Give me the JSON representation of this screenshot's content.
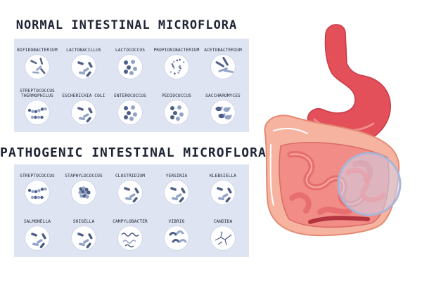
{
  "normal": {
    "title": "NORMAL INTESTINAL MICROFLORA",
    "items": [
      {
        "label": "BIFIDOBACTERIUM",
        "icon": "branched-rods-icon"
      },
      {
        "label": "LACTOBACILLUS",
        "icon": "rods-icon"
      },
      {
        "label": "LACTOCOCCUS",
        "icon": "cocci-icon"
      },
      {
        "label": "PROPIONIBACTERIUM",
        "icon": "small-cocci-icon"
      },
      {
        "label": "ACETOBACTERIUM",
        "icon": "long-rods-icon"
      },
      {
        "label": "STREPTOCOCCUS THERMOPHILUS",
        "icon": "chain-cocci-icon"
      },
      {
        "label": "ESCHERICHIA COLI",
        "icon": "rods-icon"
      },
      {
        "label": "ENTEROCOCCUS",
        "icon": "cocci-icon"
      },
      {
        "label": "PEDIOCOCCUS",
        "icon": "cocci-icon"
      },
      {
        "label": "SACCHAROMYCES",
        "icon": "yeast-icon"
      }
    ]
  },
  "pathogenic": {
    "title": "PATHOGENIC INTESTINAL MICROFLORA",
    "items": [
      {
        "label": "STREPTOCOCCUS",
        "icon": "chain-cocci-icon"
      },
      {
        "label": "STAPHYLOCOCCUS",
        "icon": "cluster-cocci-icon"
      },
      {
        "label": "CLOSTRIDIUM",
        "icon": "rods-icon"
      },
      {
        "label": "YERSINIA",
        "icon": "rods-icon"
      },
      {
        "label": "KLEBSIELLA",
        "icon": "rods-icon"
      },
      {
        "label": "SALMONELLA",
        "icon": "rods-icon"
      },
      {
        "label": "SHIGELLA",
        "icon": "rods-icon"
      },
      {
        "label": "CAMPYLOBACTER",
        "icon": "spiral-icon"
      },
      {
        "label": "VIBRIO",
        "icon": "curved-rods-icon"
      },
      {
        "label": "CANDIDA",
        "icon": "hyphae-icon"
      }
    ]
  },
  "colors": {
    "panel": "#dfe4f2",
    "microbe_dark": "#4e5e86",
    "microbe_light": "#93a3c8",
    "stomach": "#e3505a",
    "intestine": "#f4a48e",
    "lens": "#cdd6ee"
  }
}
